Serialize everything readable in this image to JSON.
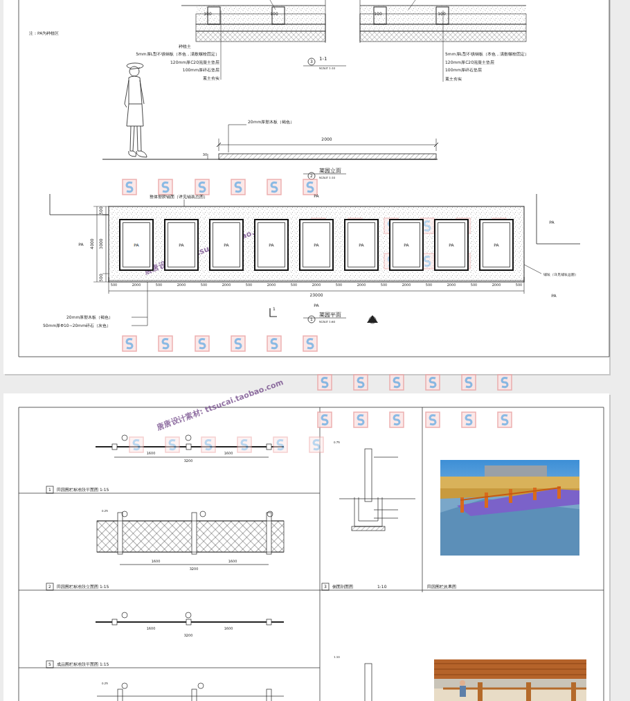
{
  "diagram": {
    "nodes": [
      {
        "text": [
          "PA"
        ]
      },
      {
        "text": [
          "PA"
        ]
      },
      {
        "text": [
          "PA"
        ]
      },
      {
        "text": [
          "PA"
        ]
      },
      {
        "text": [
          "PA"
        ]
      },
      {
        "text": [
          "PA"
        ]
      },
      {
        "text": [
          "PA"
        ]
      },
      {
        "text": [
          "PA"
        ]
      },
      {
        "text": [
          "PA"
        ]
      }
    ],
    "labels": [
      "注：PA为种植区",
      "100",
      "100",
      "100",
      "100",
      "种植土",
      "5mm厚L型不锈钢板（本色，满敷螺栓固定）",
      "120mm厚C20混凝土垫层",
      "100mm厚碎石垫层",
      "素土夯实",
      "5mm厚L型不锈钢板（本色，满敷螺栓固定）",
      "120mm厚C20混凝土垫层",
      "100mm厚碎石垫层",
      "素土夯实",
      "3",
      "1-1",
      "SCALE 1:10",
      "20mm厚塑木板（褐色）",
      "2000",
      "30",
      "2",
      "菜园立面",
      "SCALE 1:10",
      "整体塑胶铺面（详见铺装总图）",
      "PA",
      "500",
      "4000",
      "3000",
      "500",
      "PA",
      "PA",
      "铺装（详见铺装总图）",
      "PA",
      "500",
      "2000",
      "500",
      "2000",
      "500",
      "2000",
      "500",
      "2000",
      "500",
      "2000",
      "500",
      "2000",
      "500",
      "2000",
      "500",
      "2000",
      "500",
      "2000",
      "500",
      "23000",
      "PA",
      "20mm厚塑木板（褐色）",
      "50mm厚Φ10~20mm碎石（灰色）",
      "1",
      "1",
      "菜园平面",
      "SCALE 1:60",
      "唐唐设计素材: ttsucai.taobao.com",
      "唐唐设计素材: ttsucai.taobao.com",
      "3200",
      "1600",
      "1600",
      "1",
      "田园围栏标准段平面图 1:15",
      "1600",
      "1600",
      "3200",
      "2",
      "田园围栏标准段立面图 1:15",
      "3",
      "侧面剖面图",
      "1:10",
      "田园围栏效果图",
      "1600",
      "1600",
      "3200",
      "5",
      "成品围栏标准段平面图 1:15",
      "0.75",
      "1.10",
      "0.25",
      "0.25"
    ]
  }
}
